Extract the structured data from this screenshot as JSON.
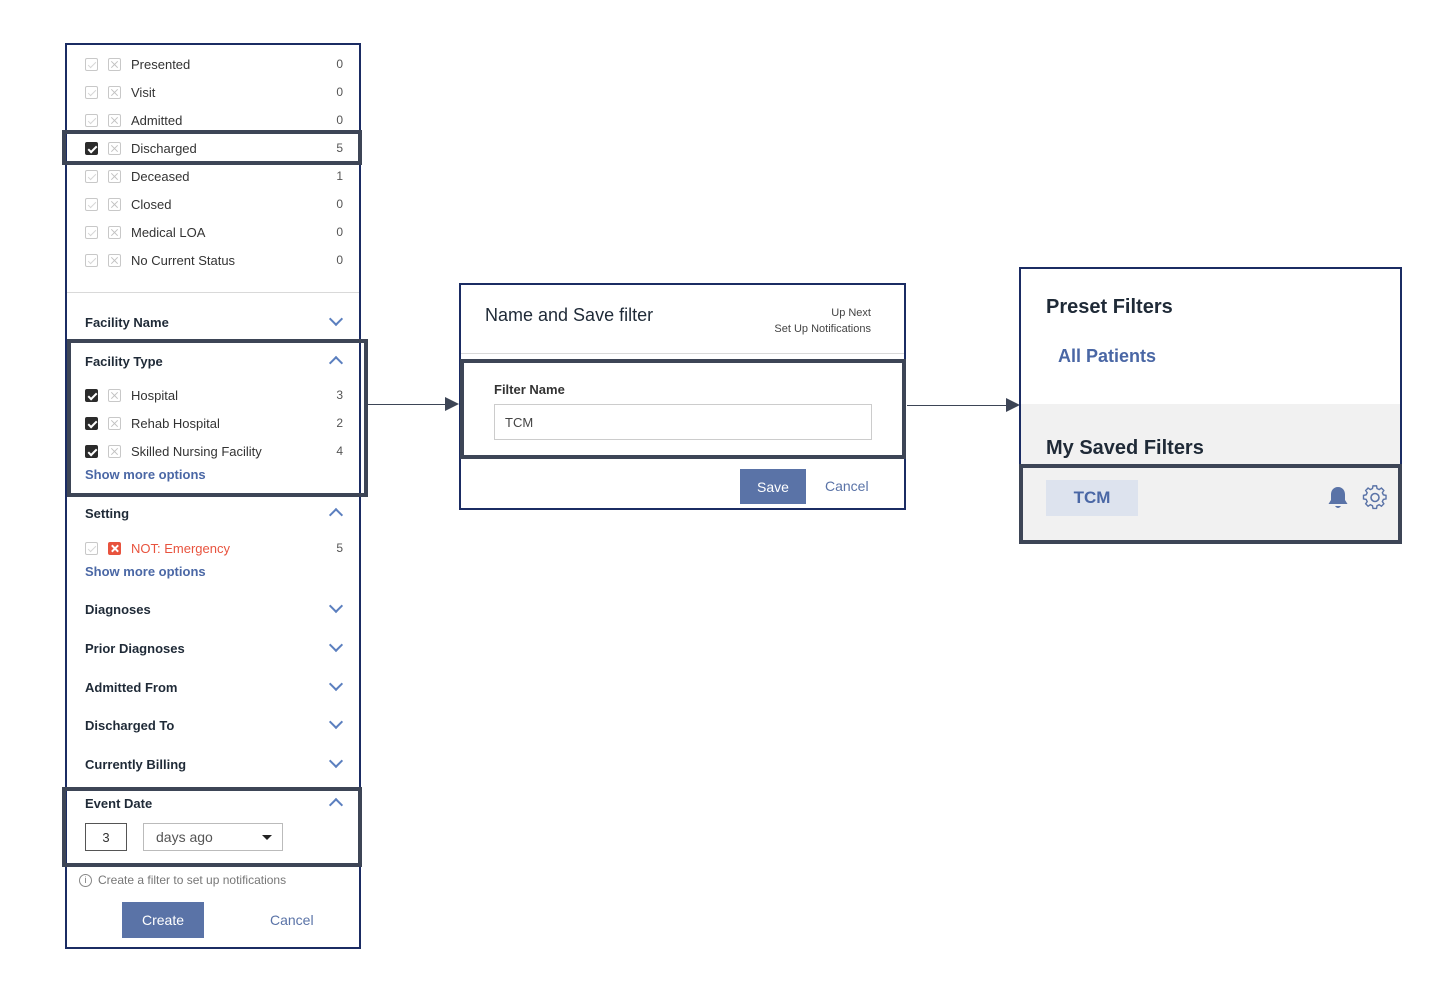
{
  "filter_panel": {
    "status_rows": [
      {
        "label": "Presented",
        "count": "0",
        "checked": false
      },
      {
        "label": "Visit",
        "count": "0",
        "checked": false
      },
      {
        "label": "Admitted",
        "count": "0",
        "checked": false
      },
      {
        "label": "Discharged",
        "count": "5",
        "checked": true
      },
      {
        "label": "Deceased",
        "count": "1",
        "checked": false
      },
      {
        "label": "Closed",
        "count": "0",
        "checked": false
      },
      {
        "label": "Medical LOA",
        "count": "0",
        "checked": false
      },
      {
        "label": "No Current Status",
        "count": "0",
        "checked": false
      }
    ],
    "facility_name_header": "Facility Name",
    "facility_type": {
      "header": "Facility Type",
      "rows": [
        {
          "label": "Hospital",
          "count": "3",
          "checked": true
        },
        {
          "label": "Rehab Hospital",
          "count": "2",
          "checked": true
        },
        {
          "label": "Skilled Nursing Facility",
          "count": "4",
          "checked": true
        }
      ],
      "show_more": "Show more options"
    },
    "setting": {
      "header": "Setting",
      "row": {
        "label": "NOT: Emergency",
        "count": "5"
      },
      "show_more": "Show more options"
    },
    "collapsed_sections": [
      "Diagnoses",
      "Prior Diagnoses",
      "Admitted From",
      "Discharged To",
      "Currently Billing"
    ],
    "event_date": {
      "header": "Event Date",
      "value": "3",
      "unit": "days ago"
    },
    "info_note": "Create a filter to set up notifications",
    "create_label": "Create",
    "cancel_label": "Cancel"
  },
  "save_dialog": {
    "title": "Name and Save filter",
    "up_next": "Up Next",
    "up_next_detail": "Set Up Notifications",
    "field_label": "Filter Name",
    "field_value": "TCM",
    "save_label": "Save",
    "cancel_label": "Cancel"
  },
  "preset_panel": {
    "preset_title": "Preset Filters",
    "all_patients": "All Patients",
    "saved_title": "My Saved Filters",
    "saved_chip": "TCM"
  },
  "colors": {
    "accent": "#5a73a7",
    "link": "#4a67a5",
    "border": "#1b2c63",
    "highlight": "#3d4556",
    "negative": "#e8533e"
  }
}
